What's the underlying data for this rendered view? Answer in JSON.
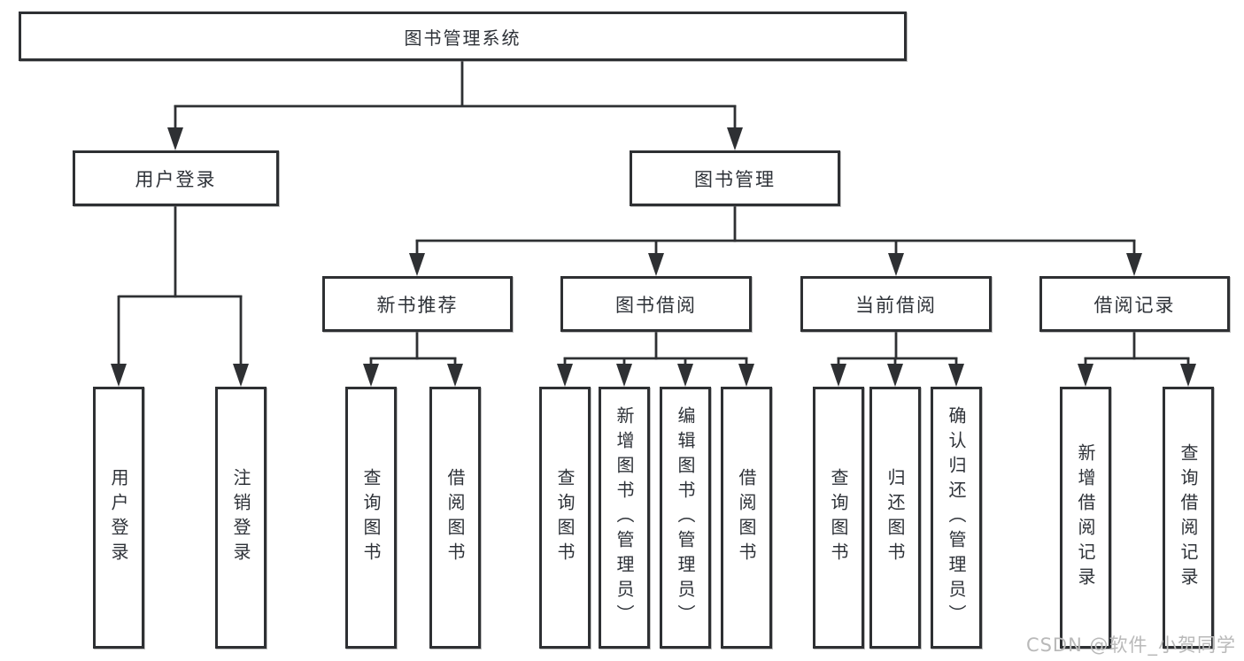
{
  "diagram": {
    "root": {
      "label": "图书管理系统",
      "children": [
        {
          "label": "用户登录",
          "children": [
            {
              "label": "用户登录"
            },
            {
              "label": "注销登录"
            }
          ]
        },
        {
          "label": "图书管理",
          "children": [
            {
              "label": "新书推荐",
              "children": [
                {
                  "label": "查询图书"
                },
                {
                  "label": "借阅图书"
                }
              ]
            },
            {
              "label": "图书借阅",
              "children": [
                {
                  "label": "查询图书"
                },
                {
                  "label": "新增图书（管理员）"
                },
                {
                  "label": "编辑图书（管理员）"
                },
                {
                  "label": "借阅图书"
                }
              ]
            },
            {
              "label": "当前借阅",
              "children": [
                {
                  "label": "查询图书"
                },
                {
                  "label": "归还图书"
                },
                {
                  "label": "确认归还（管理员）"
                }
              ]
            },
            {
              "label": "借阅记录",
              "children": [
                {
                  "label": "新增借阅记录"
                },
                {
                  "label": "查询借阅记录"
                }
              ]
            }
          ]
        }
      ]
    },
    "colors": {
      "line": "#2e3033",
      "node_fill": "#ffffff",
      "text": "#2e3238",
      "watermark": "#b9b9b9",
      "background": "#ffffff"
    }
  },
  "watermark": {
    "text": "CSDN @软件_小贺同学"
  }
}
